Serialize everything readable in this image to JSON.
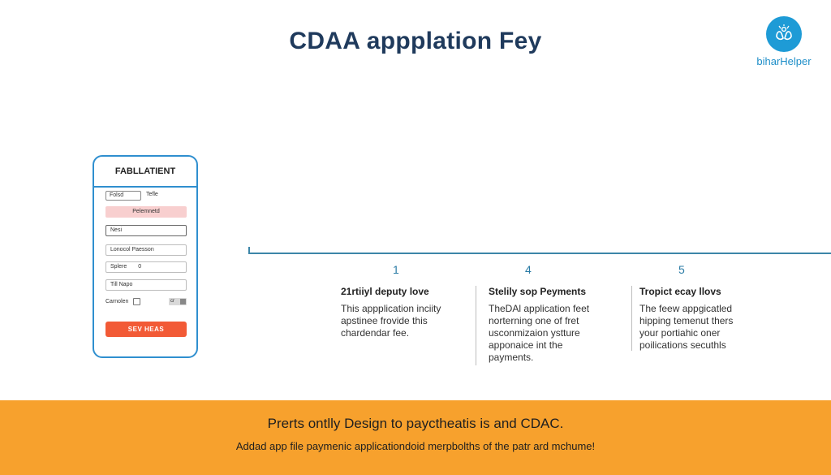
{
  "title": "CDAA appplation Fey",
  "logo": {
    "text": "biharHelper",
    "icon": "hands-icon",
    "color": "#1e9bd6"
  },
  "phone_form": {
    "header": "FABLLATIENT",
    "field_small": "Folsd",
    "field_small_label": "Tefle",
    "pink_bar": "Pelemnetd",
    "input_1": "Nesi",
    "input_2": "Lonocol Paesson",
    "input_3_label": "Splere",
    "input_3_value": "0",
    "input_4": "Till Napo",
    "checkbox_label": "Carnolen",
    "toggle_label": "cr",
    "submit_label": "SEV HEAS"
  },
  "steps": [
    {
      "number": "1",
      "heading": "21rtiiyl deputy love",
      "body": [
        "This appplication inciity",
        "apstinee frovide this",
        "chardendar fee."
      ]
    },
    {
      "number": "4",
      "heading": "Stelily sop Peyments",
      "body": [
        "TheDAl application feet",
        "norterning one of fret",
        "usconmizaion ystture",
        "apponaice int the",
        "payments."
      ]
    },
    {
      "number": "5",
      "heading": "Tropict ecay llovs",
      "body": [
        "The feew appgicatled",
        "hipping temenut thers",
        "your portiahic oner",
        "poilications secuthls"
      ]
    }
  ],
  "banner": {
    "line1": "Prerts ontlly Design to payctheatis is and CDAC.",
    "line2": "Addad app file paymenic applicationdoid merpbolths of the patr ard mchume!"
  },
  "colors": {
    "title": "#1f3a5c",
    "accent_blue": "#2f8fcf",
    "submit_button": "#f25a36",
    "banner": "#f7a12d",
    "pink_bar": "#f8cfcf"
  }
}
